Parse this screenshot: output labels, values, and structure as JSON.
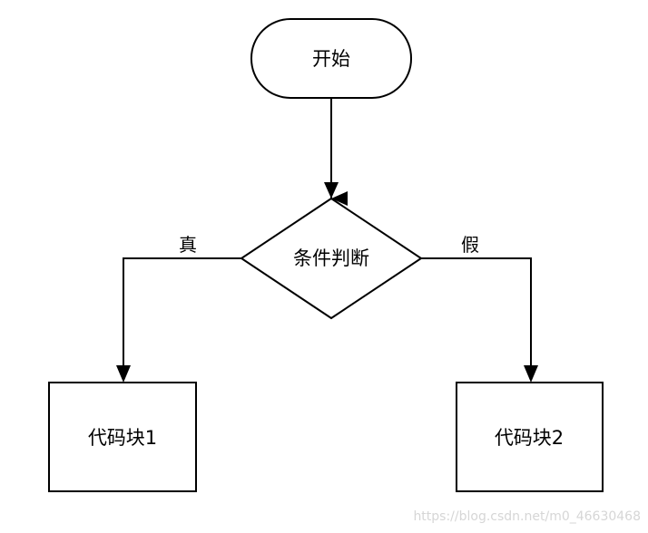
{
  "flowchart": {
    "start": {
      "label": "开始"
    },
    "decision": {
      "label": "条件判断"
    },
    "true_branch": {
      "label": "真"
    },
    "false_branch": {
      "label": "假"
    },
    "block1": {
      "label": "代码块1"
    },
    "block2": {
      "label": "代码块2"
    }
  },
  "watermark": {
    "text": "https://blog.csdn.net/m0_46630468"
  },
  "colors": {
    "stroke": "#000000",
    "background": "#ffffff",
    "watermark": "#d6d6d6"
  }
}
